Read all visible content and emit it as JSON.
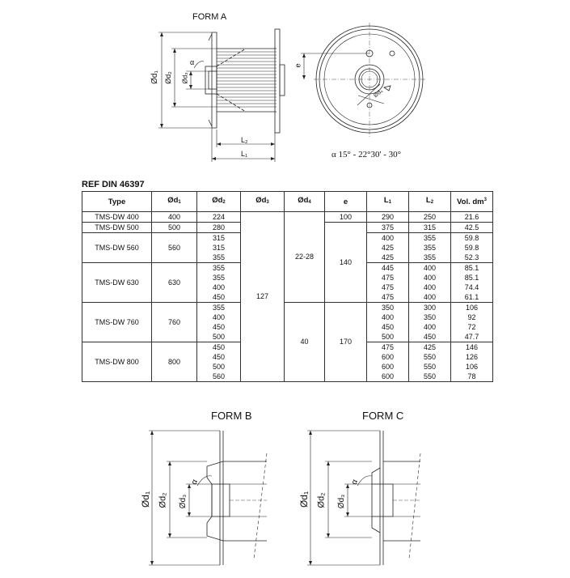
{
  "forms": {
    "a": "FORM A",
    "b": "FORM B",
    "c": "FORM C"
  },
  "dim_labels": {
    "d1": "Ød₁",
    "d2": "Ød₂",
    "d3": "Ød₃",
    "l1": "L₁",
    "l2": "L₂",
    "alpha": "α",
    "e": "e",
    "d4": "Ød₄"
  },
  "alpha_note": "α 15° - 22°30' - 30°",
  "table": {
    "ref": "REF DIN 46397",
    "headers": [
      "Type",
      "Ød",
      "Ød",
      "Ød",
      "Ød",
      "e",
      "L",
      "L",
      "Vol. dm"
    ],
    "header_subs": [
      "",
      "1",
      "2",
      "3",
      "4",
      "",
      "1",
      "2",
      ""
    ],
    "header_sups": [
      "",
      "",
      "",
      "",
      "",
      "",
      "",
      "",
      "3"
    ],
    "d3_value": "127",
    "d4_values": [
      "22-28",
      "40"
    ],
    "e_values": [
      "100",
      "140",
      "170"
    ],
    "groups": [
      {
        "type": "TMS-DW 400",
        "d1": "400",
        "rows": [
          [
            "224",
            "290",
            "250",
            "21.6"
          ]
        ]
      },
      {
        "type": "TMS-DW 500",
        "d1": "500",
        "rows": [
          [
            "280",
            "375",
            "315",
            "42.5"
          ]
        ]
      },
      {
        "type": "TMS-DW 560",
        "d1": "560",
        "rows": [
          [
            "315",
            "400",
            "355",
            "59.8"
          ],
          [
            "315",
            "425",
            "355",
            "59.8"
          ],
          [
            "355",
            "425",
            "355",
            "52.3"
          ]
        ]
      },
      {
        "type": "TMS-DW 630",
        "d1": "630",
        "rows": [
          [
            "355",
            "445",
            "400",
            "85.1"
          ],
          [
            "355",
            "475",
            "400",
            "85.1"
          ],
          [
            "400",
            "475",
            "400",
            "74.4"
          ],
          [
            "450",
            "475",
            "400",
            "61.1"
          ]
        ]
      },
      {
        "type": "TMS-DW 760",
        "d1": "760",
        "rows": [
          [
            "355",
            "350",
            "300",
            "106"
          ],
          [
            "400",
            "400",
            "350",
            "92"
          ],
          [
            "450",
            "450",
            "400",
            "72"
          ],
          [
            "500",
            "500",
            "450",
            "47.7"
          ]
        ]
      },
      {
        "type": "TMS-DW 800",
        "d1": "800",
        "rows": [
          [
            "450",
            "475",
            "425",
            "146"
          ],
          [
            "450",
            "600",
            "550",
            "126"
          ],
          [
            "500",
            "600",
            "550",
            "106"
          ],
          [
            "560",
            "600",
            "550",
            "78"
          ]
        ]
      }
    ]
  }
}
